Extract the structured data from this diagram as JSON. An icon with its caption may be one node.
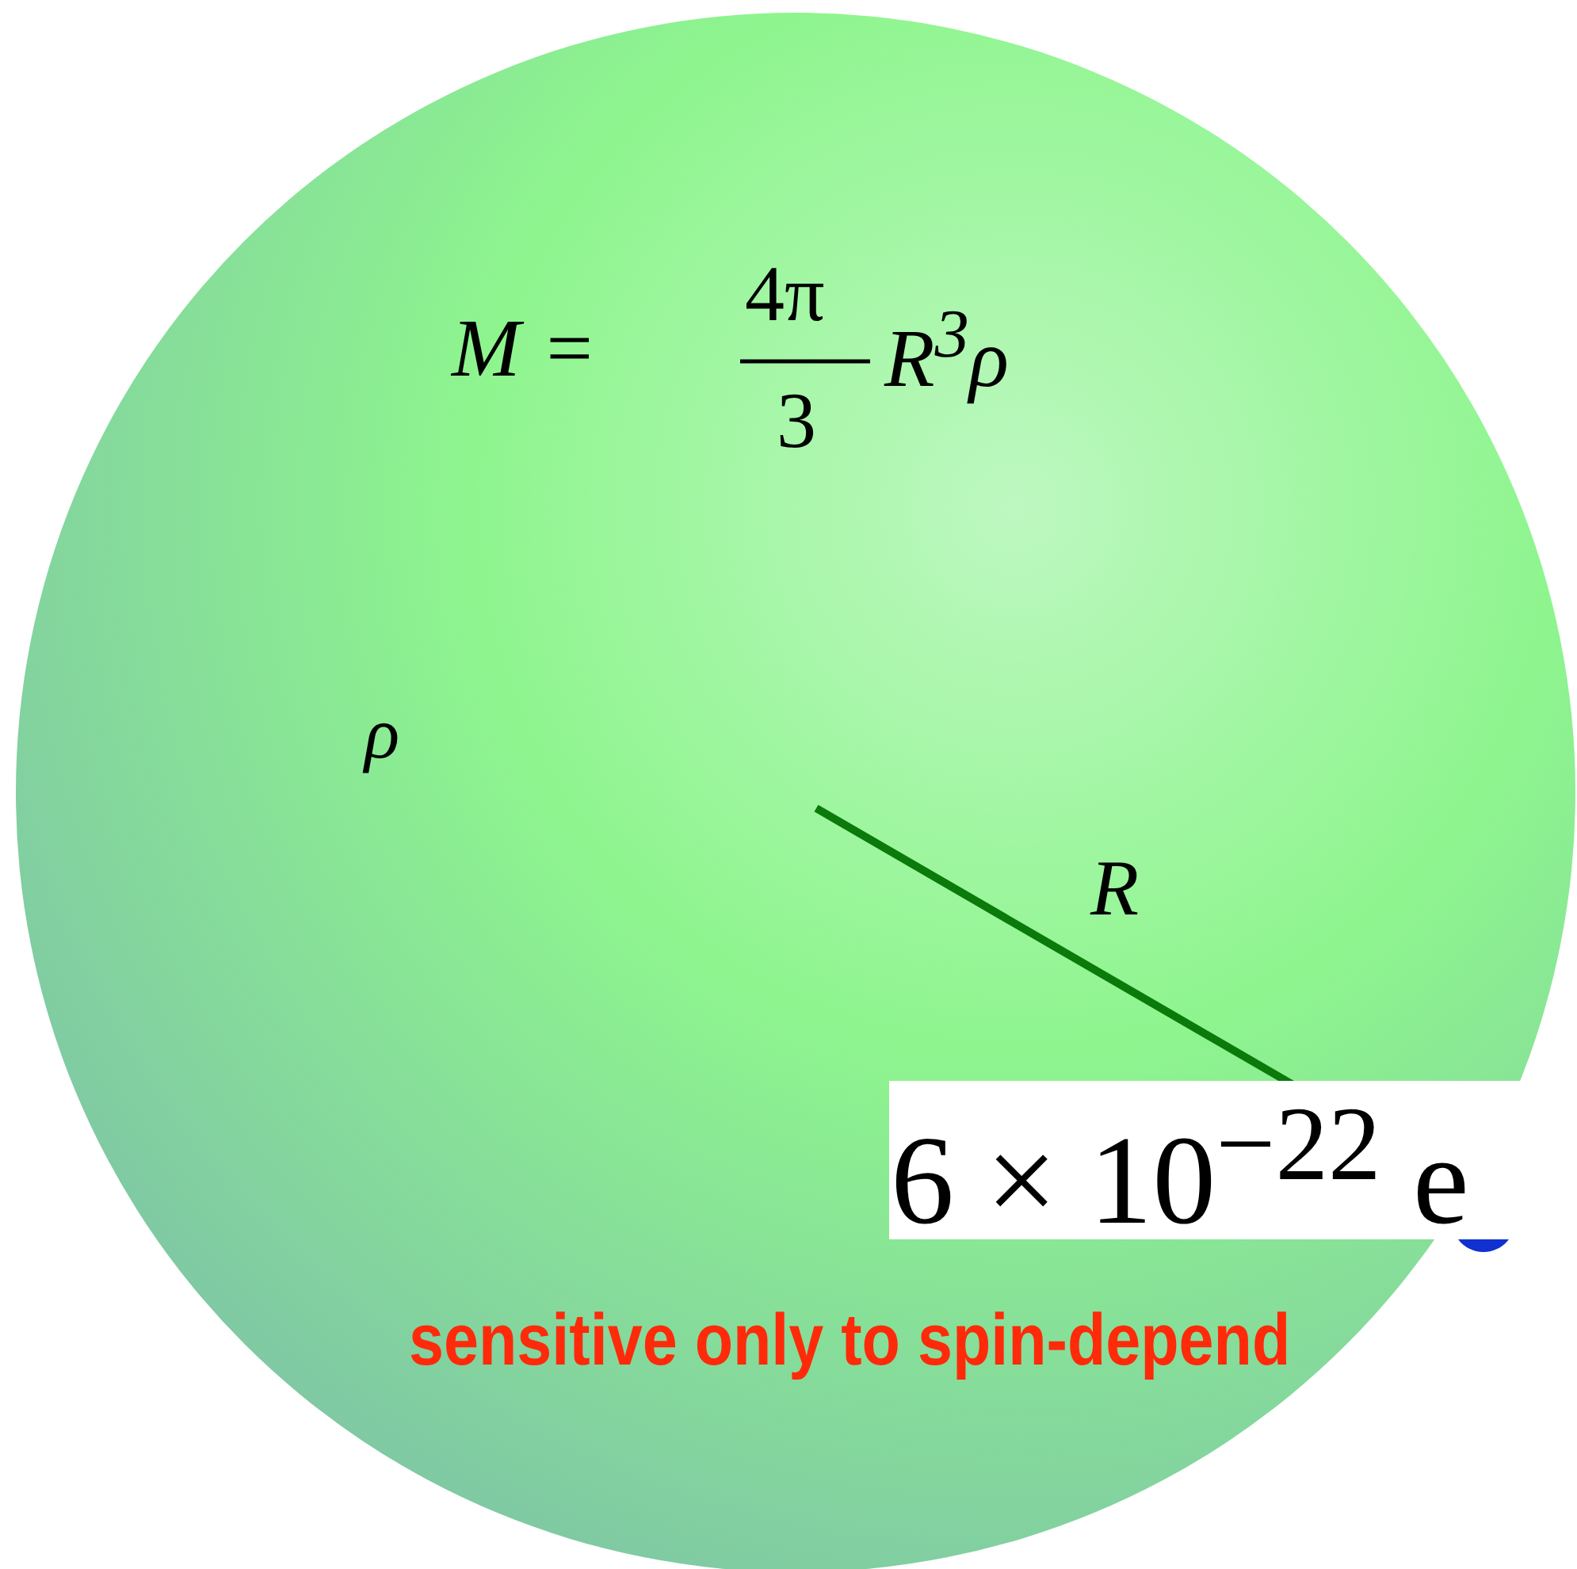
{
  "diagram": {
    "labels": [
      "M =",
      "4π",
      "3",
      "R$^{3}$ρ",
      "ρ",
      "R",
      "6 × 10$^{−22}$ e",
      "sensitive only to spin-depend"
    ]
  }
}
